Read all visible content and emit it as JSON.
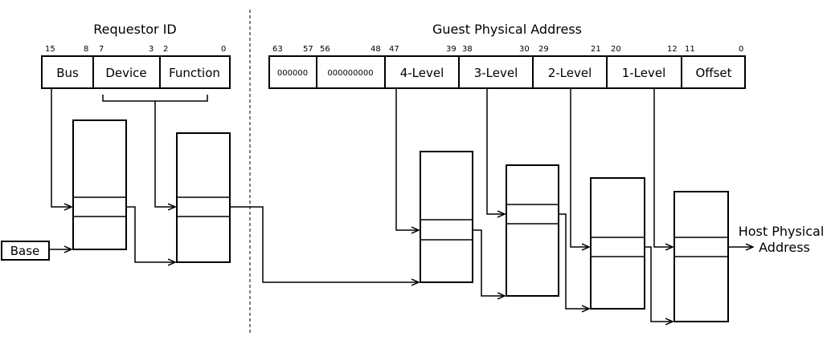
{
  "requestor": {
    "title": "Requestor ID",
    "fields": [
      {
        "label": "Bus",
        "hi": "15",
        "lo": "8"
      },
      {
        "label": "Device",
        "hi": "7",
        "lo": "3"
      },
      {
        "label": "Function",
        "hi": "2",
        "lo": "0"
      }
    ]
  },
  "gpa": {
    "title": "Guest Physical Address",
    "fields": [
      {
        "label": "000000",
        "hi": "63",
        "lo": "57"
      },
      {
        "label": "000000000",
        "hi": "56",
        "lo": "48"
      },
      {
        "label": "4-Level",
        "hi": "47",
        "lo": "39"
      },
      {
        "label": "3-Level",
        "hi": "38",
        "lo": "30"
      },
      {
        "label": "2-Level",
        "hi": "29",
        "lo": "21"
      },
      {
        "label": "1-Level",
        "hi": "20",
        "lo": "12"
      },
      {
        "label": "Offset",
        "hi": "11",
        "lo": "0"
      }
    ]
  },
  "base_label": "Base",
  "output_label": {
    "line1": "Host Physical",
    "line2": "Address"
  }
}
